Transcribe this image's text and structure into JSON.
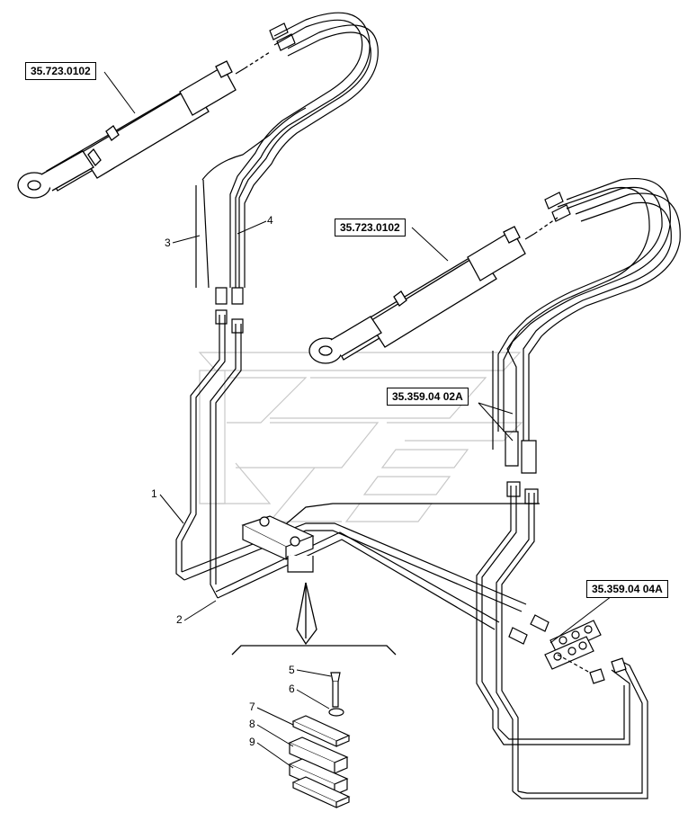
{
  "references": {
    "cylinder_top_left": "35.723.0102",
    "cylinder_right": "35.723.0102",
    "hose_group": "35.359.04 02A",
    "coupler_group": "35.359.04 04A"
  },
  "callouts": {
    "p1": "1",
    "p2": "2",
    "p3": "3",
    "p4": "4",
    "p5": "5",
    "p6": "6",
    "p7": "7",
    "p8": "8",
    "p9": "9"
  },
  "colors": {
    "line": "#000000",
    "watermark": "#bfbfbf",
    "background": "#ffffff"
  }
}
